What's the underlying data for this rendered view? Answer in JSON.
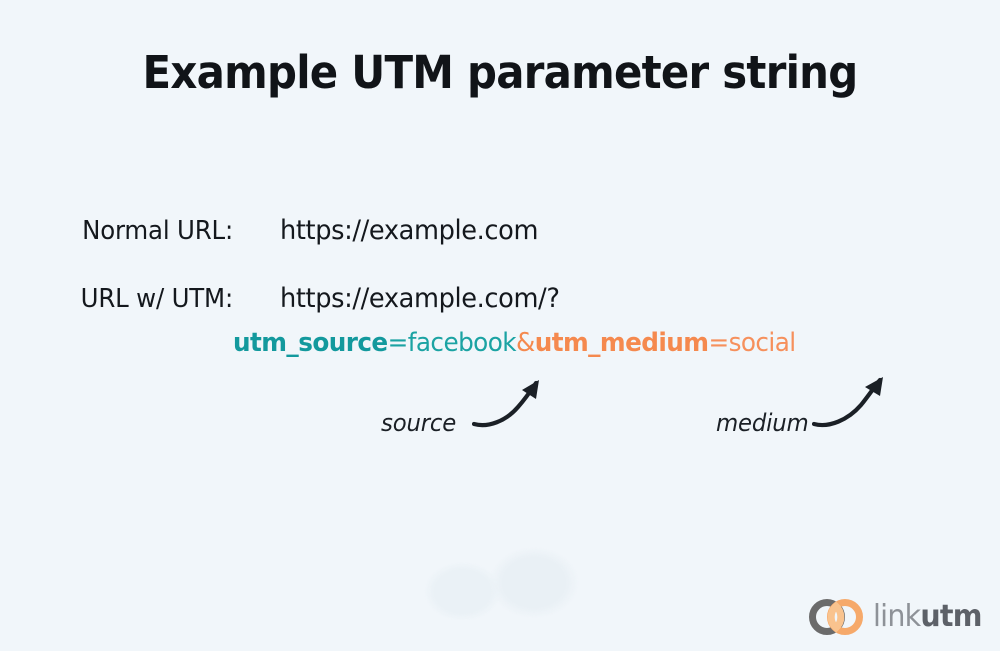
{
  "page": {
    "title": "Example UTM parameter string",
    "background_color": "#f1f6fa"
  },
  "rows": [
    {
      "label": "Normal URL:",
      "value": "https://example.com"
    },
    {
      "label": "URL w/ UTM:",
      "value": "https://example.com/?"
    }
  ],
  "utm_string": {
    "source_key": "utm_source",
    "source_value": "=facebook",
    "ampersand": "&",
    "medium_key": "utm_medium",
    "medium_value": "=social",
    "source_color": "#13999d",
    "medium_color": "#f5894e"
  },
  "annotations": [
    {
      "label": "source",
      "icon": "curved-arrow-up-right-icon"
    },
    {
      "label": "medium",
      "icon": "curved-arrow-up-right-icon"
    }
  ],
  "logo": {
    "mark": "interlocking-rings-icon",
    "text_light": "link",
    "text_bold": "utm",
    "ring_gray": "#6b6b6b",
    "ring_orange": "#f6a96a"
  }
}
